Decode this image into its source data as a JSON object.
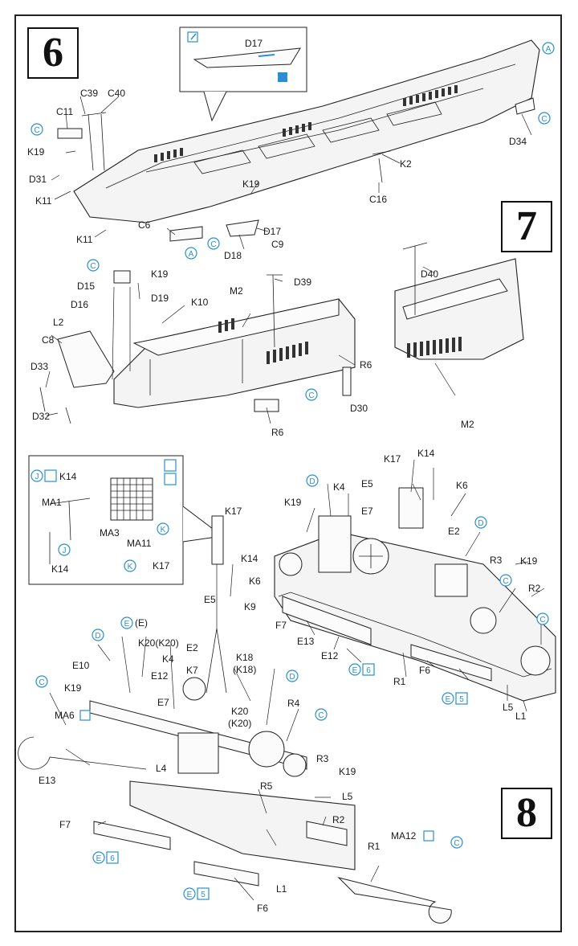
{
  "steps": {
    "s6": "6",
    "s7": "7",
    "s8": "8"
  },
  "colors": {
    "ink": "#1a1a1a",
    "accent_blue": "#2a8fd0"
  },
  "icons": {
    "brush": "paint-brush-icon",
    "drop": "paint-drop-icon",
    "glue": "glue-icon",
    "flip": "flip-part-icon"
  },
  "step6": {
    "callout_part": "D17",
    "labels": {
      "A_top": "A",
      "C_top": "C",
      "D34": "D34",
      "C40": "C40",
      "C39": "C39",
      "C11": "C11",
      "C_left": "C",
      "K19a": "K19",
      "D31": "D31",
      "K11a": "K11",
      "K2": "K2",
      "C16": "C16",
      "K19b": "K19",
      "D17": "D17",
      "C9": "C9",
      "C6": "C6",
      "D18": "D18",
      "A_mid": "A",
      "C_mid": "C",
      "K11b": "K11"
    }
  },
  "step7": {
    "labels": {
      "C": "C",
      "K19": "K19",
      "D15": "D15",
      "D16": "D16",
      "D19": "D19",
      "K10": "K10",
      "M2a": "M2",
      "D39": "D39",
      "D40": "D40",
      "L2": "L2",
      "C8": "C8",
      "D33": "D33",
      "D32": "D32",
      "R6a": "R6",
      "C_b": "C",
      "R6b": "R6",
      "D30": "D30",
      "M2b": "M2"
    }
  },
  "step8_callout": {
    "labels": {
      "J1": "J",
      "K14a": "K14",
      "MA1": "MA1",
      "MA3": "MA3",
      "MA11": "MA11",
      "K": "K",
      "J2": "J",
      "K14b": "K14",
      "K_b": "K",
      "K17": "K17"
    }
  },
  "step8_assembled": {
    "labels": {
      "K17": "K17",
      "K14": "K14",
      "D": "D",
      "K4": "K4",
      "E5": "E5",
      "K6": "K6",
      "K19a": "K19",
      "E7": "E7",
      "E2": "E2",
      "D_b": "D",
      "R3": "R3",
      "K19b": "K19",
      "C": "C",
      "R2": "R2",
      "C_b": "C",
      "F7": "F7",
      "E13": "E13",
      "E12": "E12",
      "E_6": "E",
      "six": "6",
      "R1": "R1",
      "F6": "F6",
      "E_5": "E",
      "five": "5",
      "L5": "L5",
      "L1": "L1"
    }
  },
  "step8_exploded": {
    "labels": {
      "K17": "K17",
      "K14": "K14",
      "K6": "K6",
      "E5": "E5",
      "K9": "K9",
      "E_a": "E",
      "E_b": "(E)",
      "D": "D",
      "K20": "K20(K20)",
      "K4": "K4",
      "E2": "E2",
      "E10": "E10",
      "E12": "E12",
      "K7": "K7",
      "K18": "K18",
      "K18b": "(K18)",
      "D_b": "D",
      "C": "C",
      "K19a": "K19",
      "E7": "E7",
      "R4": "R4",
      "MA6": "MA6",
      "C_b": "C",
      "K20b": "K20",
      "K20c": "(K20)",
      "L4": "L4",
      "R3": "R3",
      "E13": "E13",
      "K19b": "K19",
      "R5": "R5",
      "L5": "L5",
      "F7": "F7",
      "R2": "R2",
      "MA12": "MA12",
      "C_c": "C",
      "R1": "R1",
      "E_6": "E",
      "six": "6",
      "L1": "L1",
      "E_5": "E",
      "five": "5",
      "F6": "F6"
    }
  }
}
